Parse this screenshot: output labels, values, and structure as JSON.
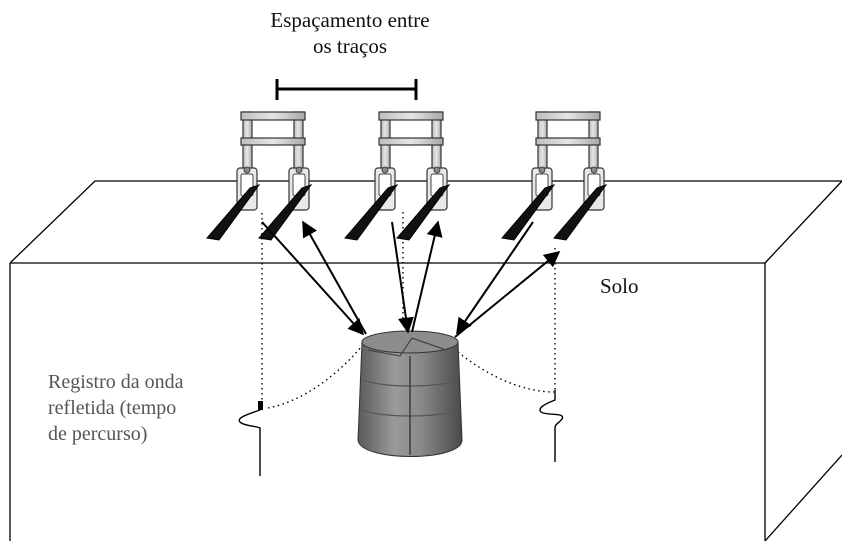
{
  "labels": {
    "spacing_line1": "Espaçamento entre",
    "spacing_line2": "os traços",
    "soil": "Solo",
    "record_line1": "Registro da onda",
    "record_line2": "refletida (tempo",
    "record_line3": "de percurso)"
  },
  "colors": {
    "blade": "#111111",
    "line": "#000000",
    "object_fill": "#7a7a7a",
    "frame_fill": "#d2d2d2"
  }
}
